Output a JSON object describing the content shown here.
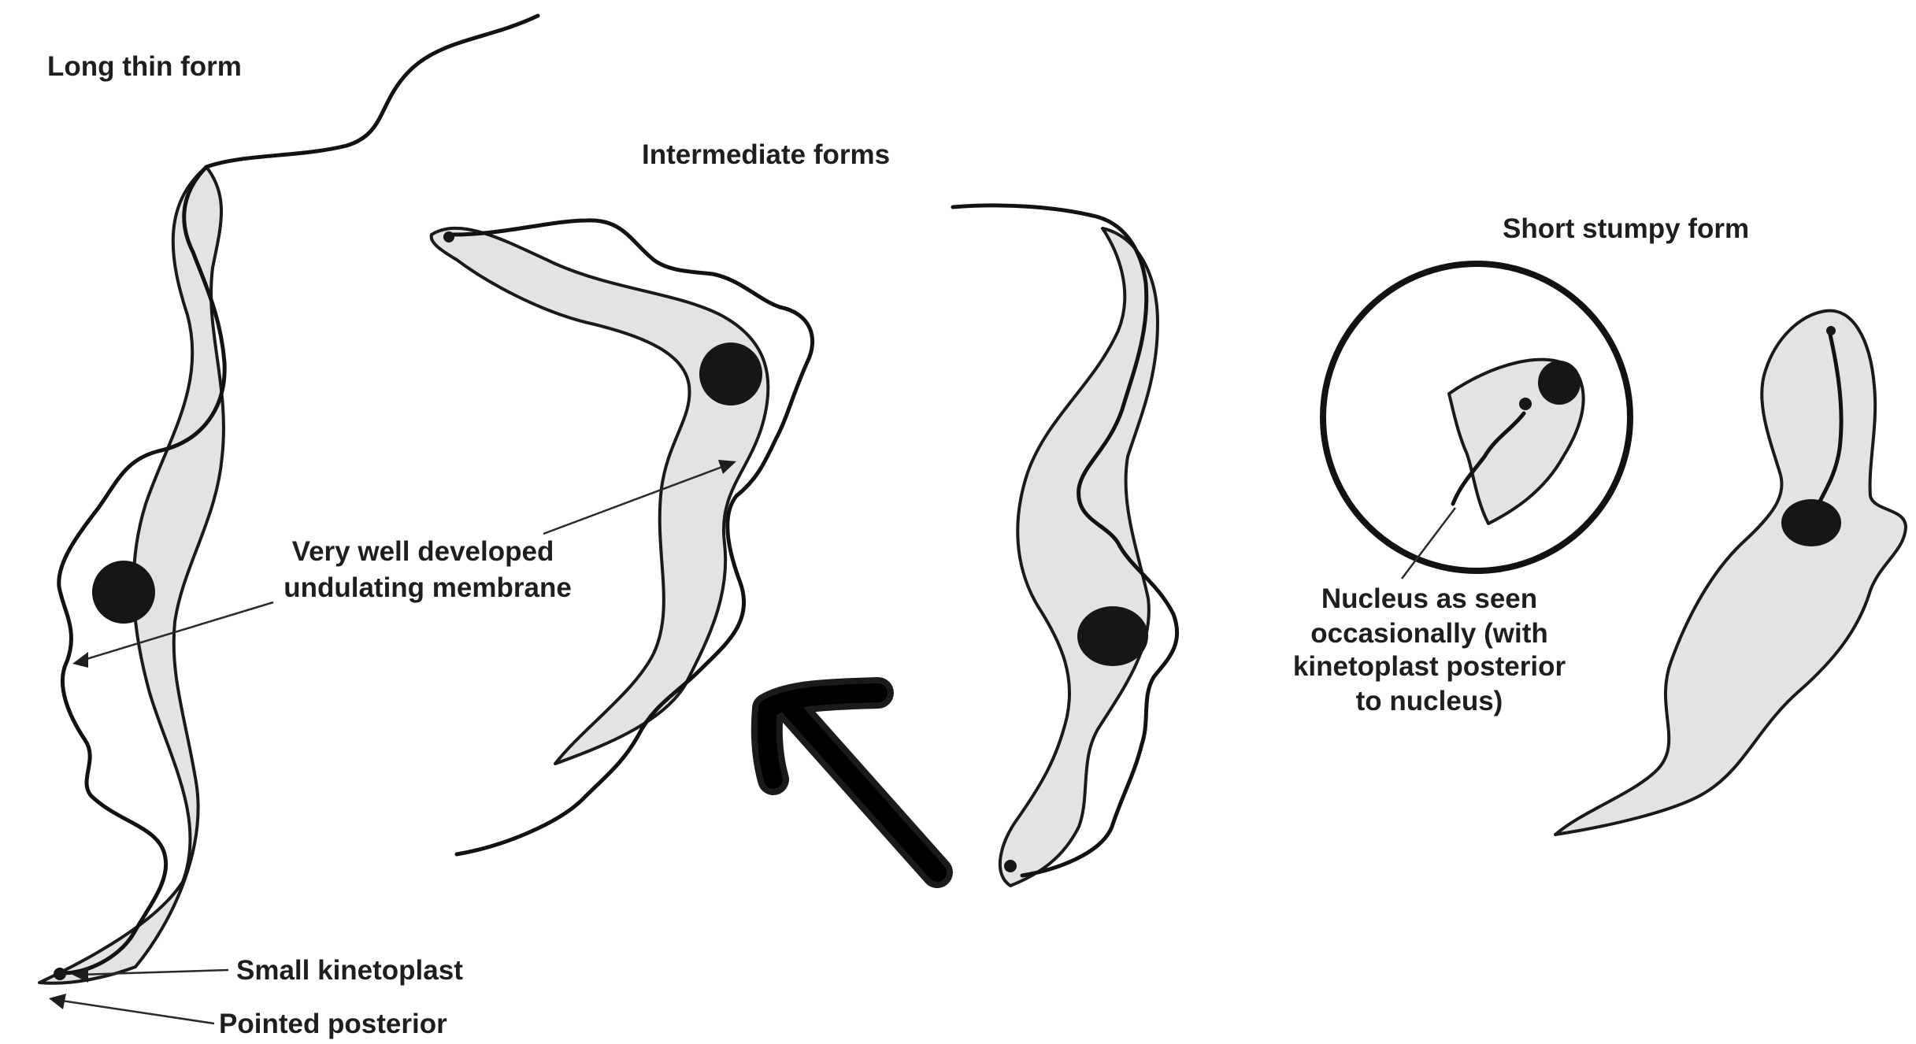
{
  "labels": {
    "long_thin_form": "Long thin form",
    "intermediate_forms": "Intermediate forms",
    "short_stumpy_form": "Short stumpy form",
    "membrane_line1": "Very well developed",
    "membrane_line2": "undulating membrane",
    "small_kinetoplast": "Small kinetoplast",
    "pointed_posterior": "Pointed posterior",
    "nucleus_line1": "Nucleus as seen",
    "nucleus_line2": "occasionally (with",
    "nucleus_line3": "kinetoplast posterior",
    "nucleus_line4": "to nucleus)"
  },
  "colors": {
    "cell_fill": "#e3e3e3",
    "outline": "#1a1a1a",
    "nucleus": "#161616",
    "background": "#ffffff"
  },
  "icons": {
    "arrow": "arrow-up-left-icon",
    "inset": "magnifier-circle"
  }
}
